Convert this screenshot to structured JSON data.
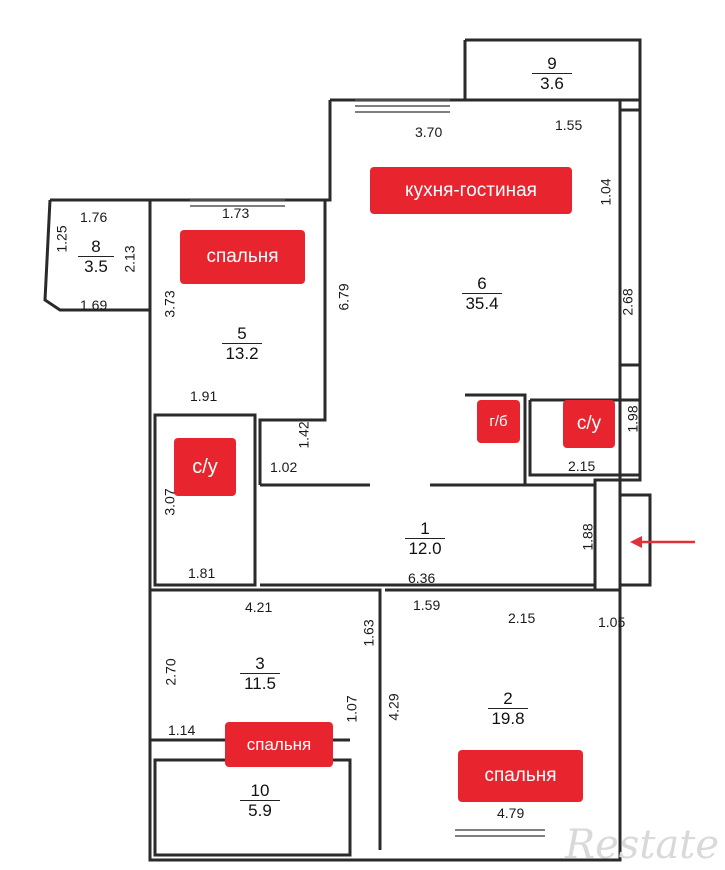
{
  "rooms": [
    {
      "number": "1",
      "area": "12.0"
    },
    {
      "number": "2",
      "area": "19.8"
    },
    {
      "number": "3",
      "area": "11.5"
    },
    {
      "number": "5",
      "area": "13.2"
    },
    {
      "number": "6",
      "area": "35.4"
    },
    {
      "number": "8",
      "area": "3.5"
    },
    {
      "number": "9",
      "area": "3.6"
    },
    {
      "number": "10",
      "area": "5.9"
    }
  ],
  "tags": {
    "kitchen": "кухня-гостиная",
    "bedroom_top": "спальня",
    "bathroom_left": "с/у",
    "bathroom_right": "с/у",
    "wardrobe": "г/б",
    "bedroom_bottom_left": "спальня",
    "bedroom_bottom_right": "спальня"
  },
  "dims": {
    "d370": "3.70",
    "d155": "1.55",
    "d104": "1.04",
    "d268": "2.68",
    "d679": "6.79",
    "d173": "1.73",
    "d176": "1.76",
    "d125": "1.25",
    "d213": "2.13",
    "d169": "1.69",
    "d373": "3.73",
    "d191": "1.91",
    "d142": "1.42",
    "d102": "1.02",
    "d307": "3.07",
    "d181": "1.81",
    "d198": "1.98",
    "d215a": "2.15",
    "d188": "1.88",
    "d636": "6.36",
    "d421": "4.21",
    "d159": "1.59",
    "d215b": "2.15",
    "d105": "1.05",
    "d163": "1.63",
    "d270": "2.70",
    "d107": "1.07",
    "d114": "1.14",
    "d429": "4.29",
    "d479": "4.79"
  },
  "watermark": "Restate",
  "colors": {
    "tag": "#e8252f",
    "wall": "#2a2a2a",
    "entrance_arrow": "#e0303a"
  }
}
